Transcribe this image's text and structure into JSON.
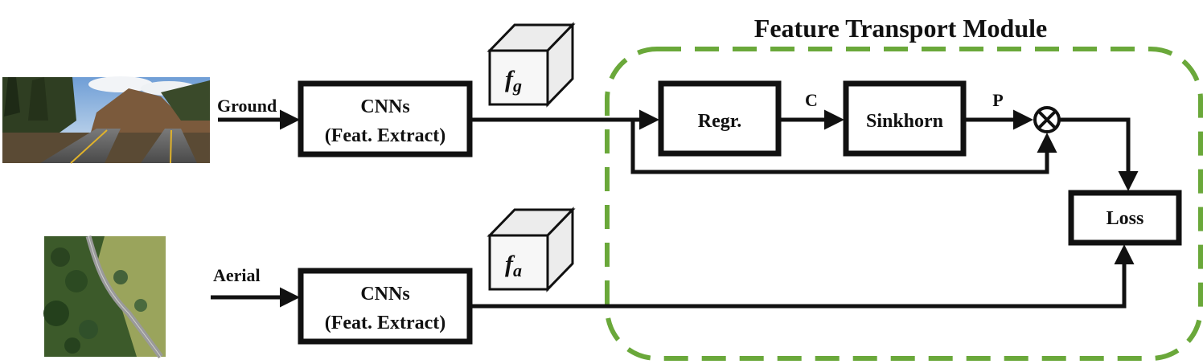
{
  "diagram": {
    "module_title": "Feature Transport Module",
    "inputs": {
      "ground_label": "Ground",
      "aerial_label": "Aerial"
    },
    "blocks": {
      "cnn_ground_line1": "CNNs",
      "cnn_ground_line2": "(Feat. Extract)",
      "cnn_aerial_line1": "CNNs",
      "cnn_aerial_line2": "(Feat. Extract)",
      "regr": "Regr.",
      "sinkhorn": "Sinkhorn",
      "loss": "Loss"
    },
    "features": {
      "ground_symbol": "f",
      "ground_subscript": "g",
      "aerial_symbol": "f",
      "aerial_subscript": "a"
    },
    "edge_labels": {
      "c": "C",
      "p": "P"
    },
    "operator_symbol": "⊗",
    "colors": {
      "module_border": "#6aa83a",
      "line": "#111111"
    }
  }
}
